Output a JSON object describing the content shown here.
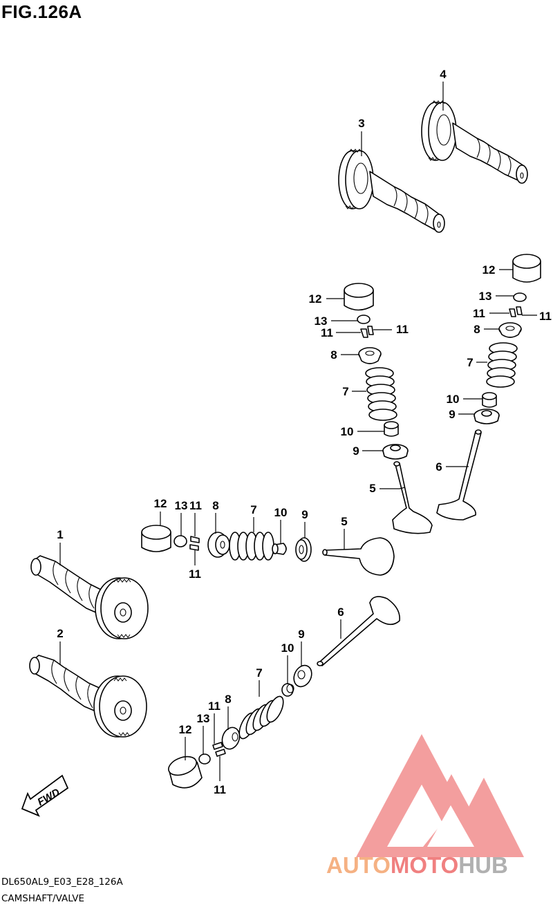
{
  "figure": {
    "title": "FIG.126A"
  },
  "footer": {
    "code": "DL650AL9_E03_E28_126A",
    "section": "CAMSHAFT/VALVE"
  },
  "direction_badge": {
    "label": "FWD"
  },
  "watermark": {
    "part1": "AUTO",
    "part2": "MOTO",
    "part3": "HUB",
    "color1": "#f5b183",
    "color2": "#f08080",
    "color3": "#b0b0b0",
    "logo_color": "#f28e8e"
  },
  "callouts": {
    "c1": "1",
    "c2": "2",
    "c3": "3",
    "c4": "4",
    "ra12": "12",
    "ra13": "13",
    "ra11a": "11",
    "ra11b": "11",
    "ra8": "8",
    "ra7": "7",
    "ra10": "10",
    "ra9": "9",
    "ra5": "5",
    "rb12": "12",
    "rb13": "13",
    "rb11a": "11",
    "rb11b": "11",
    "rb8": "8",
    "rb7": "7",
    "rb10": "10",
    "rb9": "9",
    "rb6": "6",
    "m12": "12",
    "m13": "13",
    "m11a": "11",
    "m11b": "11",
    "m8": "8",
    "m7": "7",
    "m10": "10",
    "m9": "9",
    "m5": "5",
    "l12": "12",
    "l13": "13",
    "l11a": "11",
    "l11b": "11",
    "l8": "8",
    "l7": "7",
    "l10": "10",
    "l9": "9",
    "l6": "6"
  }
}
